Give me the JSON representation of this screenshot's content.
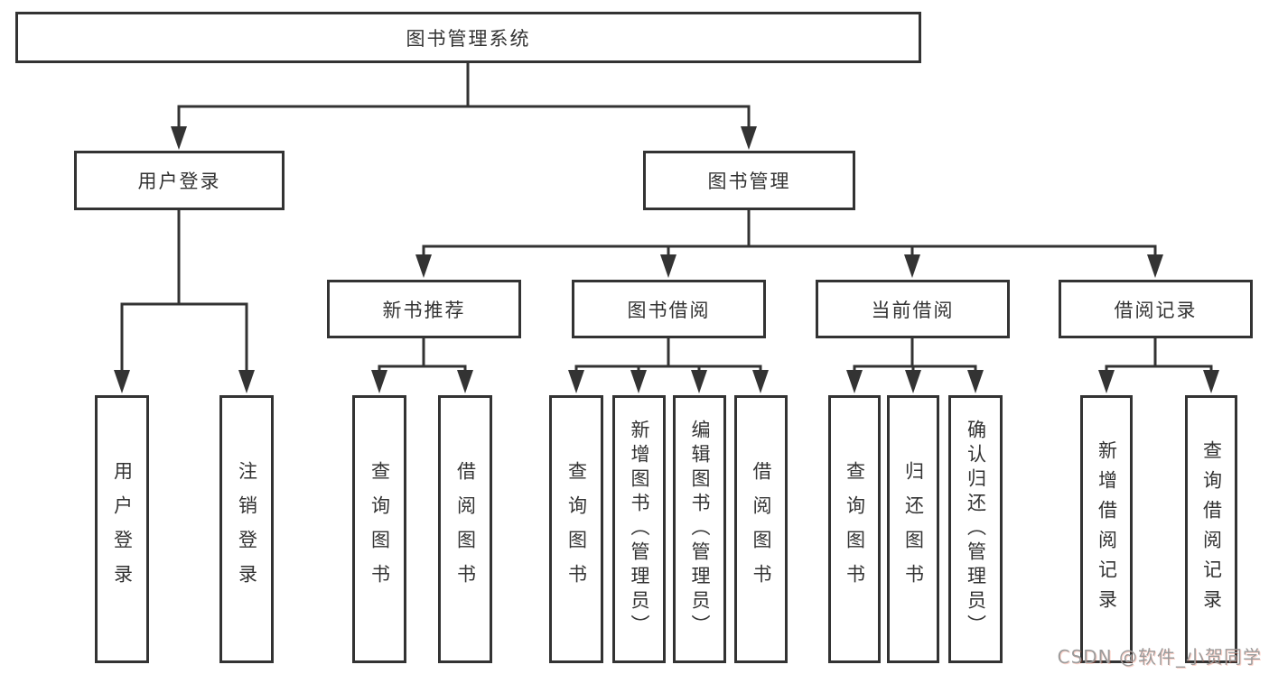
{
  "diagram_title": "图书管理系统",
  "colors": {
    "line": "#333333",
    "box_border": "#333333",
    "box_background": "#ffffff",
    "text": "#333333"
  },
  "nodes": {
    "root": {
      "label": "图书管理系统"
    },
    "user_login": {
      "label": "用户登录"
    },
    "book_mgmt": {
      "label": "图书管理"
    },
    "new_book_rec": {
      "label": "新书推荐"
    },
    "book_borrow": {
      "label": "图书借阅"
    },
    "current_borrow": {
      "label": "当前借阅"
    },
    "borrow_records": {
      "label": "借阅记录"
    },
    "leaf_user_login": {
      "label": "用户登录"
    },
    "leaf_logout": {
      "label": "注销登录"
    },
    "leaf_rec_query_book": {
      "label": "查询图书"
    },
    "leaf_rec_borrow_book": {
      "label": "借阅图书"
    },
    "leaf_bb_query_book": {
      "label": "查询图书"
    },
    "leaf_bb_add_book": {
      "label": "新增图书（管理员）"
    },
    "leaf_bb_edit_book": {
      "label": "编辑图书（管理员）"
    },
    "leaf_bb_borrow_book": {
      "label": "借阅图书"
    },
    "leaf_cb_query_book": {
      "label": "查询图书"
    },
    "leaf_cb_return_book": {
      "label": "归还图书"
    },
    "leaf_cb_confirm_return": {
      "label": "确认归还（管理员）"
    },
    "leaf_br_add_record": {
      "label": "新增借阅记录"
    },
    "leaf_br_query_record": {
      "label": "查询借阅记录"
    }
  },
  "hierarchy": {
    "图书管理系统": {
      "用户登录": [
        "用户登录",
        "注销登录"
      ],
      "图书管理": {
        "新书推荐": [
          "查询图书",
          "借阅图书"
        ],
        "图书借阅": [
          "查询图书",
          "新增图书（管理员）",
          "编辑图书（管理员）",
          "借阅图书"
        ],
        "当前借阅": [
          "查询图书",
          "归还图书",
          "确认归还（管理员）"
        ],
        "借阅记录": [
          "新增借阅记录",
          "查询借阅记录"
        ]
      }
    }
  },
  "watermark": {
    "text": "CSDN @软件_小贺同学",
    "color": "#9b9b9b"
  }
}
